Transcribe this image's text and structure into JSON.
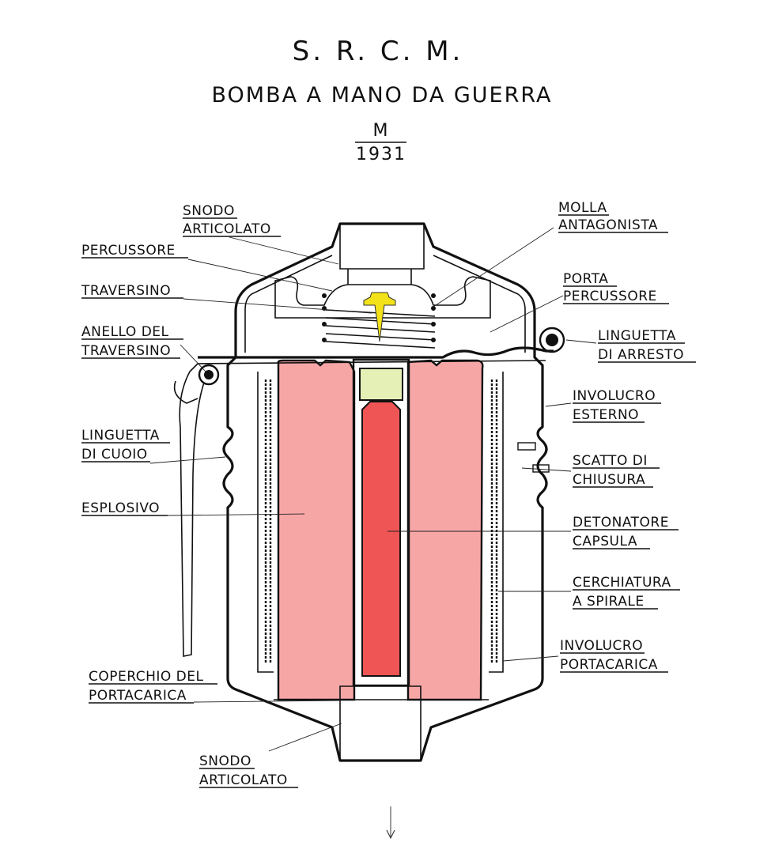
{
  "header": {
    "title": "S. R. C. M.",
    "subtitle": "BOMBA A MANO DA GUERRA",
    "model_top": "M",
    "model_bottom": "1931"
  },
  "labels": {
    "snodo_top": [
      "SNODO",
      "ARTICOLATO"
    ],
    "percussore": [
      "PERCUSSORE"
    ],
    "traversino": [
      "TRAVERSINO"
    ],
    "anello": [
      "ANELLO DEL",
      "TRAVERSINO"
    ],
    "linguetta_cuoio": [
      "LINGUETTA",
      "DI CUOIO"
    ],
    "esplosivo": [
      "ESPLOSIVO"
    ],
    "coperchio": [
      "COPERCHIO DEL",
      "PORTACARICA"
    ],
    "snodo_bottom": [
      "SNODO",
      "ARTICOLATO"
    ],
    "molla": [
      "MOLLA",
      "ANTAGONISTA"
    ],
    "porta_percussore": [
      "PORTA",
      "PERCUSSORE"
    ],
    "linguetta_arresto": [
      "LINGUETTA",
      "DI ARRESTO"
    ],
    "involucro_esterno": [
      "INVOLUCRO",
      "ESTERNO"
    ],
    "scatto": [
      "SCATTO DI",
      "CHIUSURA"
    ],
    "detonatore": [
      "DETONATORE",
      "CAPSULA"
    ],
    "cerchiatura": [
      "CERCHIATURA",
      "A SPIRALE"
    ],
    "involucro_portacarica": [
      "INVOLUCRO",
      "PORTACARICA"
    ]
  },
  "colors": {
    "explosive": "#f7a6a6",
    "detonator": "#f05555",
    "capsule": "#e4f0b6",
    "striker": "#f3e21a",
    "ink": "#111111"
  }
}
